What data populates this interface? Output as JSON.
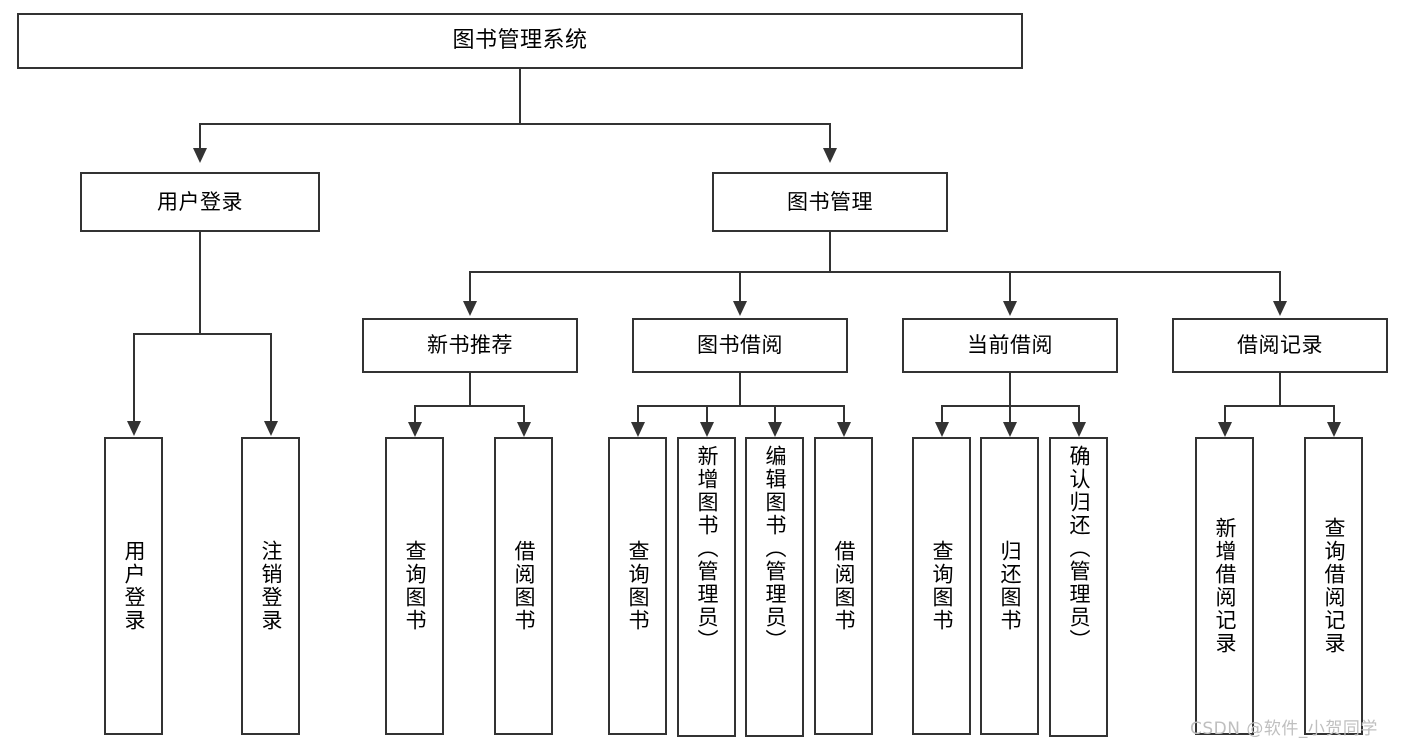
{
  "diagram": {
    "title": "图书管理系统",
    "root": {
      "label": "图书管理系统"
    },
    "level1": [
      {
        "label": "用户登录"
      },
      {
        "label": "图书管理"
      }
    ],
    "level2": [
      {
        "label": "新书推荐"
      },
      {
        "label": "图书借阅"
      },
      {
        "label": "当前借阅"
      },
      {
        "label": "借阅记录"
      }
    ],
    "leaves": {
      "user_login": [
        {
          "label": "用户登录"
        },
        {
          "label": "注销登录"
        }
      ],
      "new_book_recommend": [
        {
          "label": "查询图书"
        },
        {
          "label": "借阅图书"
        }
      ],
      "book_borrow": [
        {
          "label": "查询图书"
        },
        {
          "label": "新增图书（管理员）"
        },
        {
          "label": "编辑图书（管理员）"
        },
        {
          "label": "借阅图书"
        }
      ],
      "current_borrow": [
        {
          "label": "查询图书"
        },
        {
          "label": "归还图书"
        },
        {
          "label": "确认归还（管理员）"
        }
      ],
      "borrow_record": [
        {
          "label": "新增借阅记录"
        },
        {
          "label": "查询借阅记录"
        }
      ]
    },
    "watermark": "CSDN @软件_小贺同学",
    "colors": {
      "stroke": "#333333",
      "fill": "#ffffff",
      "text": "#000000",
      "watermark": "#bfbfbf"
    }
  }
}
